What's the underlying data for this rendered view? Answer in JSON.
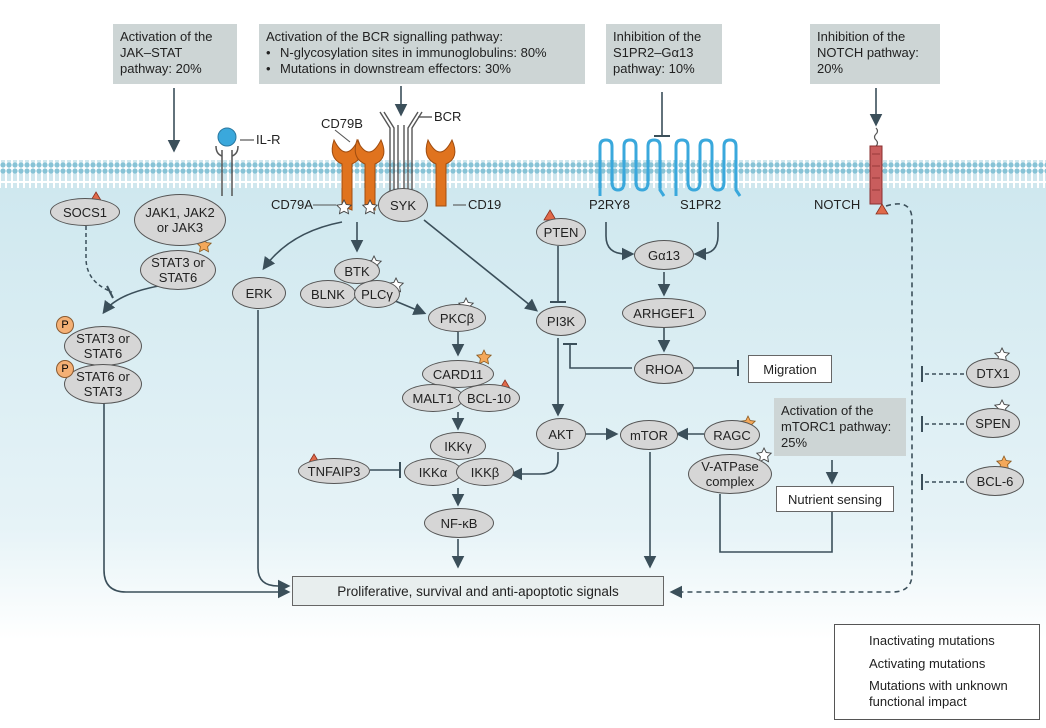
{
  "callouts": {
    "jak": [
      "Activation of the",
      "JAK–STAT",
      "pathway: 20%"
    ],
    "bcr_title": "Activation of the BCR signalling pathway:",
    "bcr_b1": "N-glycosylation sites in immunoglobulins: 80%",
    "bcr_b2": "Mutations in downstream effectors: 30%",
    "s1pr2": [
      "Inhibition of the",
      "S1PR2–Gα13",
      "pathway: 10%"
    ],
    "notch": [
      "Inhibition of the",
      "NOTCH pathway:",
      "20%"
    ],
    "mtorc1": [
      "Activation of the",
      "mTORC1 pathway:",
      "25%"
    ]
  },
  "receptors": {
    "ilr": "IL-R",
    "cd79b": "CD79B",
    "bcr": "BCR",
    "cd79a": "CD79A",
    "cd19": "CD19",
    "p2ry8": "P2RY8",
    "s1pr2": "S1PR2",
    "notch": "NOTCH"
  },
  "nodes": {
    "socs1": "SOCS1",
    "jak": [
      "JAK1, JAK2",
      "or JAK3"
    ],
    "stat3_stat6": [
      "STAT3 or",
      "STAT6"
    ],
    "pstat3": [
      "STAT3 or",
      "STAT6"
    ],
    "pstat6": [
      "STAT6 or",
      "STAT3"
    ],
    "p": "P",
    "erk": "ERK",
    "syk": "SYK",
    "btk": "BTK",
    "blnk": "BLNK",
    "plcg": "PLCγ",
    "pkcb": "PKCβ",
    "card11": "CARD11",
    "malt1": "MALT1",
    "bcl10": "BCL-10",
    "ikkg": "IKKγ",
    "ikka": "IKKα",
    "ikkb": "IKKβ",
    "tnfaip3": "TNFAIP3",
    "nfkb": "NF-κB",
    "pten": "PTEN",
    "pi3k": "PI3K",
    "akt": "AKT",
    "mtor": "mTOR",
    "ga13": "Gα13",
    "arhgef1": "ARHGEF1",
    "rhoa": "RHOA",
    "ragc": "RAGC",
    "vatpase": [
      "V-ATPase",
      "complex"
    ],
    "dtx1": "DTX1",
    "spen": "SPEN",
    "bcl6": "BCL-6"
  },
  "outputs": {
    "migration": "Migration",
    "nutrient": "Nutrient sensing",
    "proliferative": "Proliferative, survival and anti-apoptotic signals"
  },
  "legend": {
    "inactivating": "Inactivating mutations",
    "activating": "Activating mutations",
    "unknown": [
      "Mutations with unknown",
      "functional impact"
    ]
  },
  "colors": {
    "membrane_head": "#87c3d6",
    "cytoplasm_top": "#cfe8ef",
    "callout_box": "#cdd5d5",
    "node_fill": "#d6d6d6",
    "cd79": "#e0731e",
    "gpcr": "#3aa8dc",
    "notch": "#c95d5d",
    "il_r_head": "#3aa8dc",
    "phospho": "#f4b075",
    "inactivating_marker": "#e06a4a",
    "activating_marker": "#f4a85a"
  }
}
